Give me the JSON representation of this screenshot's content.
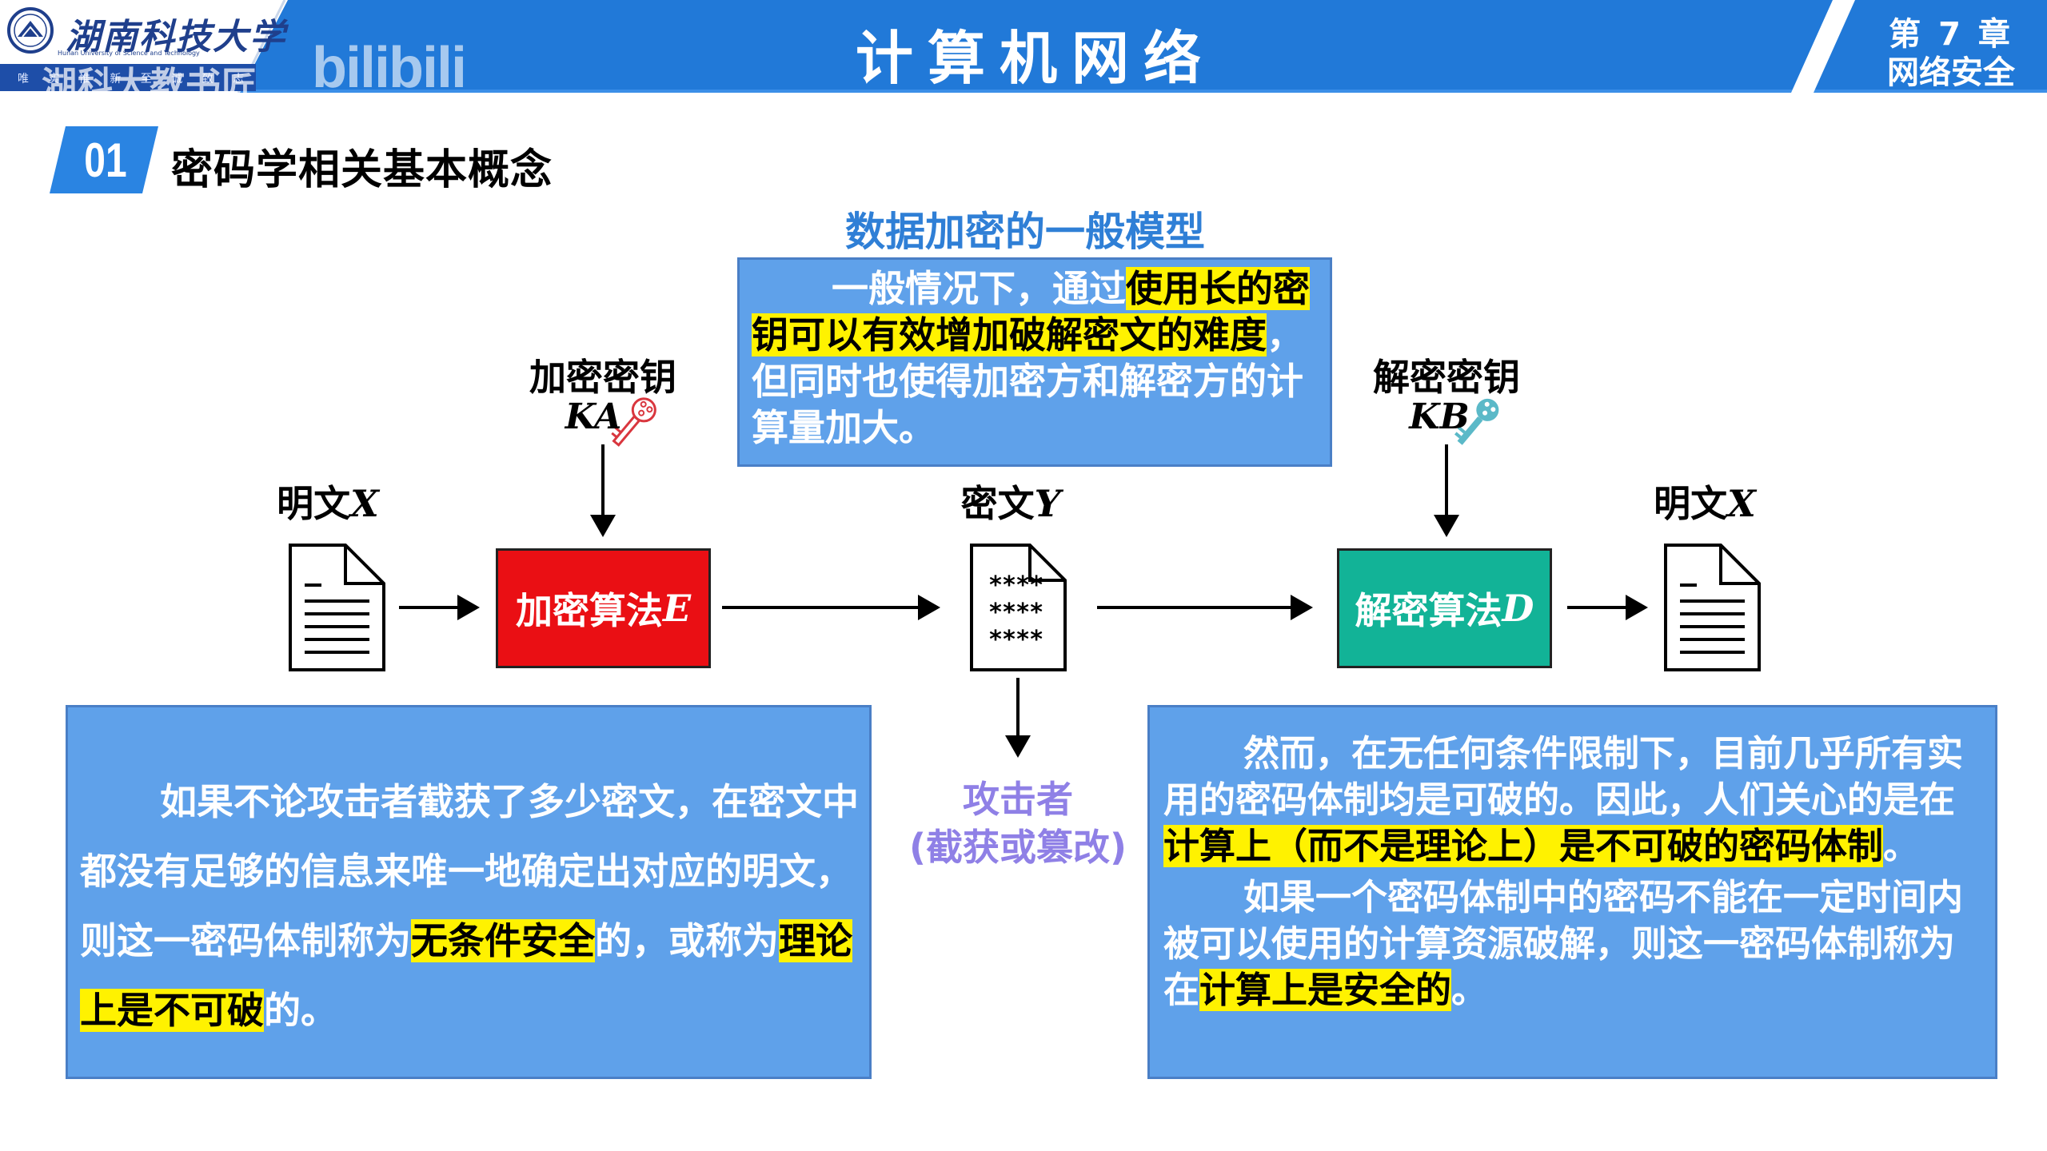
{
  "header": {
    "university_name_cn": "湖南科技大学",
    "university_name_en": "Hunan University of Science and Technology",
    "university_motto": "唯 实 惟 新 至 诚 致 志",
    "watermark_channel": "湖科大教书匠",
    "watermark_platform": "bilibili",
    "course_title": "计算机网络",
    "chapter_number": "第 7 章",
    "chapter_name": "网络安全"
  },
  "section": {
    "number": "01",
    "title": "密码学相关基本概念"
  },
  "diagram": {
    "title": "数据加密的一般模型",
    "plaintext_left_label": "明文",
    "plaintext_left_var": "X",
    "encryption_key_label": "加密密钥",
    "encryption_key_var": "KA",
    "encryption_algo_label": "加密算法",
    "encryption_algo_var": "E",
    "ciphertext_label": "密文",
    "ciphertext_var": "Y",
    "ciphertext_lines": [
      "****",
      "****",
      "****"
    ],
    "attacker_label": "攻击者",
    "attacker_sub_label": "(截获或篡改)",
    "decryption_key_label": "解密密钥",
    "decryption_key_var": "KB",
    "decryption_algo_label": "解密算法",
    "decryption_algo_var": "D",
    "plaintext_right_label": "明文",
    "plaintext_right_var": "X",
    "colors": {
      "encrypt_box": "#ea0f14",
      "decrypt_box": "#12b397",
      "encrypt_key": "#d9363e",
      "decrypt_key": "#5bb9c8",
      "attacker_text": "#8f80e6",
      "note_box": "#5fa1ea",
      "highlight": "#fff200",
      "header_blue": "#2179d8"
    }
  },
  "notes": {
    "top": {
      "part1": "一般情况下，通过",
      "highlight1": "使用长的密钥可以有效增加破解密文的难度",
      "part2": "，但同时也使得加密方和解密方的计算量加大。"
    },
    "left": {
      "part1": "如果不论攻击者截获了多少密文，在密文中都没有足够的信息来唯一地确定出对应的明文，则这一密码体制称为",
      "highlight1": "无条件安全",
      "part2": "的，或称为",
      "highlight2": "理论上是不可破",
      "part3": "的。"
    },
    "right": {
      "para1_part1": "然而，在无任何条件限制下，目前几乎所有实用的密码体制均是可破的。因此，人们关心的是在",
      "para1_highlight": "计算上（而不是理论上）是不可破的密码体制",
      "para1_part2": "。",
      "para2_part1": "如果一个密码体制中的密码不能在一定时间内被可以使用的计算资源破解，则这一密码体制称为在",
      "para2_highlight": "计算上是安全的",
      "para2_part2": "。"
    }
  }
}
